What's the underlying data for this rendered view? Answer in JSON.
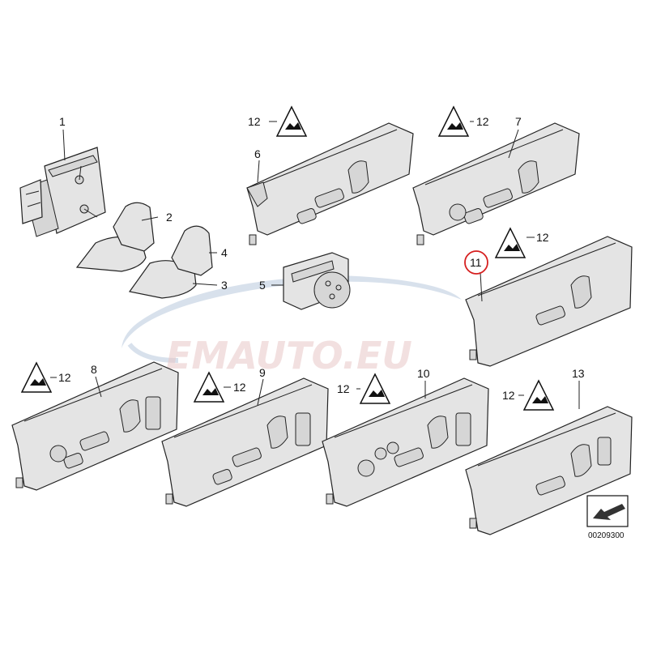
{
  "callouts": {
    "c1": "1",
    "c2": "2",
    "c3": "3",
    "c4": "4",
    "c5": "5",
    "c6": "6",
    "c7": "7",
    "c8": "8",
    "c9": "9",
    "c10": "10",
    "c11": "11",
    "c12": "12",
    "c13": "13"
  },
  "highlighted_callout": "11",
  "highlight_color": "#d62020",
  "watermark": {
    "text": "EMAUTO.EU",
    "brand_color": "#e08080",
    "swoosh_color": "#9fb6d6"
  },
  "diagram_number": "00209300",
  "warning_symbol_icon": "seat-warning-triangle-icon"
}
